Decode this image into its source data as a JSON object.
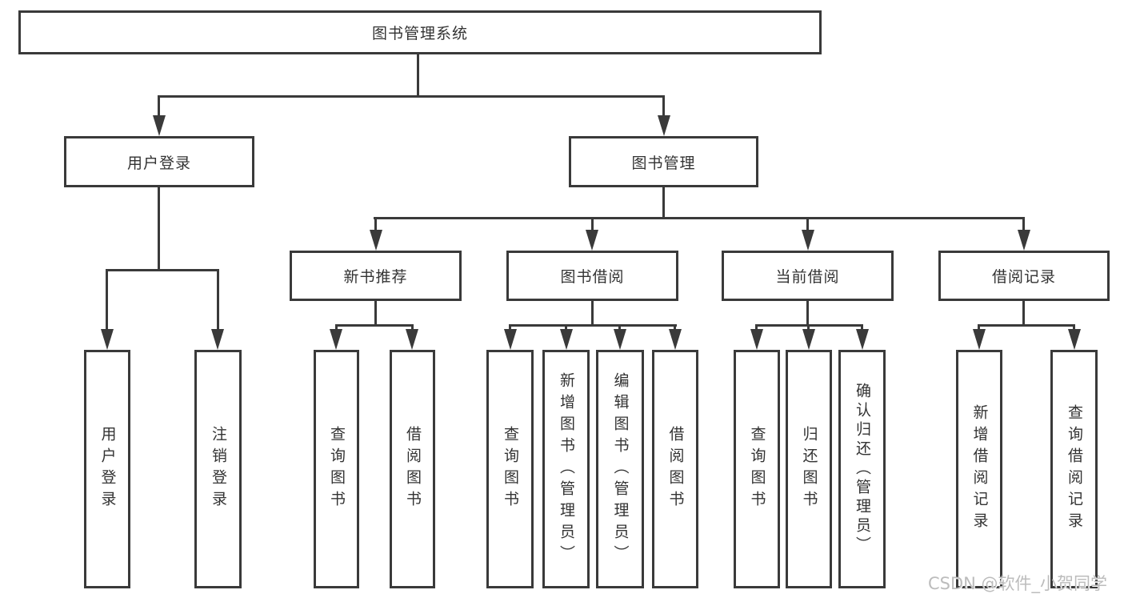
{
  "tree": {
    "root": "图书管理系统",
    "children": [
      {
        "label": "用户登录",
        "children": [
          "用户登录",
          "注销登录"
        ]
      },
      {
        "label": "图书管理",
        "children": [
          {
            "label": "新书推荐",
            "children": [
              "查询图书",
              "借阅图书"
            ]
          },
          {
            "label": "图书借阅",
            "children": [
              "查询图书",
              "新增图书（管理员）",
              "编辑图书（管理员）",
              "借阅图书"
            ]
          },
          {
            "label": "当前借阅",
            "children": [
              "查询图书",
              "归还图书",
              "确认归还（管理员）"
            ]
          },
          {
            "label": "借阅记录",
            "children": [
              "新增借阅记录",
              "查询借阅记录"
            ]
          }
        ]
      }
    ]
  },
  "watermark": "CSDN @软件_小贺同学",
  "colors": {
    "line": "#3a3a3a",
    "text": "#333333",
    "background": "#ffffff",
    "watermark": "#bcbcbc"
  }
}
